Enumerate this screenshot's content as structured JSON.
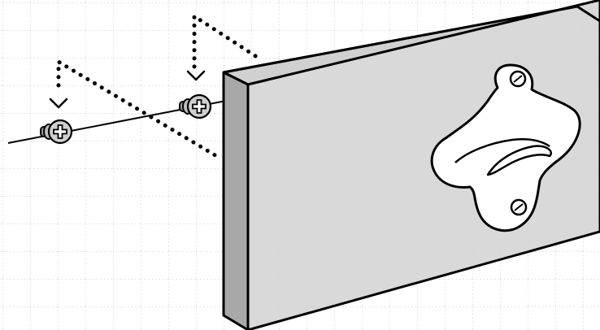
{
  "diagram": {
    "kind": "wall-mount-assembly-illustration",
    "components": [
      {
        "id": "screw-left",
        "icon": "phillips-screw-icon"
      },
      {
        "id": "screw-right",
        "icon": "phillips-screw-icon"
      },
      {
        "id": "mounting-board",
        "icon": "wood-board"
      },
      {
        "id": "bottle-opener",
        "icon": "bottle-opener-icon"
      }
    ],
    "colors": {
      "background": "#ffffff",
      "grid": "#c8c8c8",
      "outline": "#000000",
      "board_front": "#d9d9d9",
      "board_side": "#a8a8a8",
      "board_top": "#d0d0d0",
      "screw_head": "#cfcfcf"
    }
  }
}
